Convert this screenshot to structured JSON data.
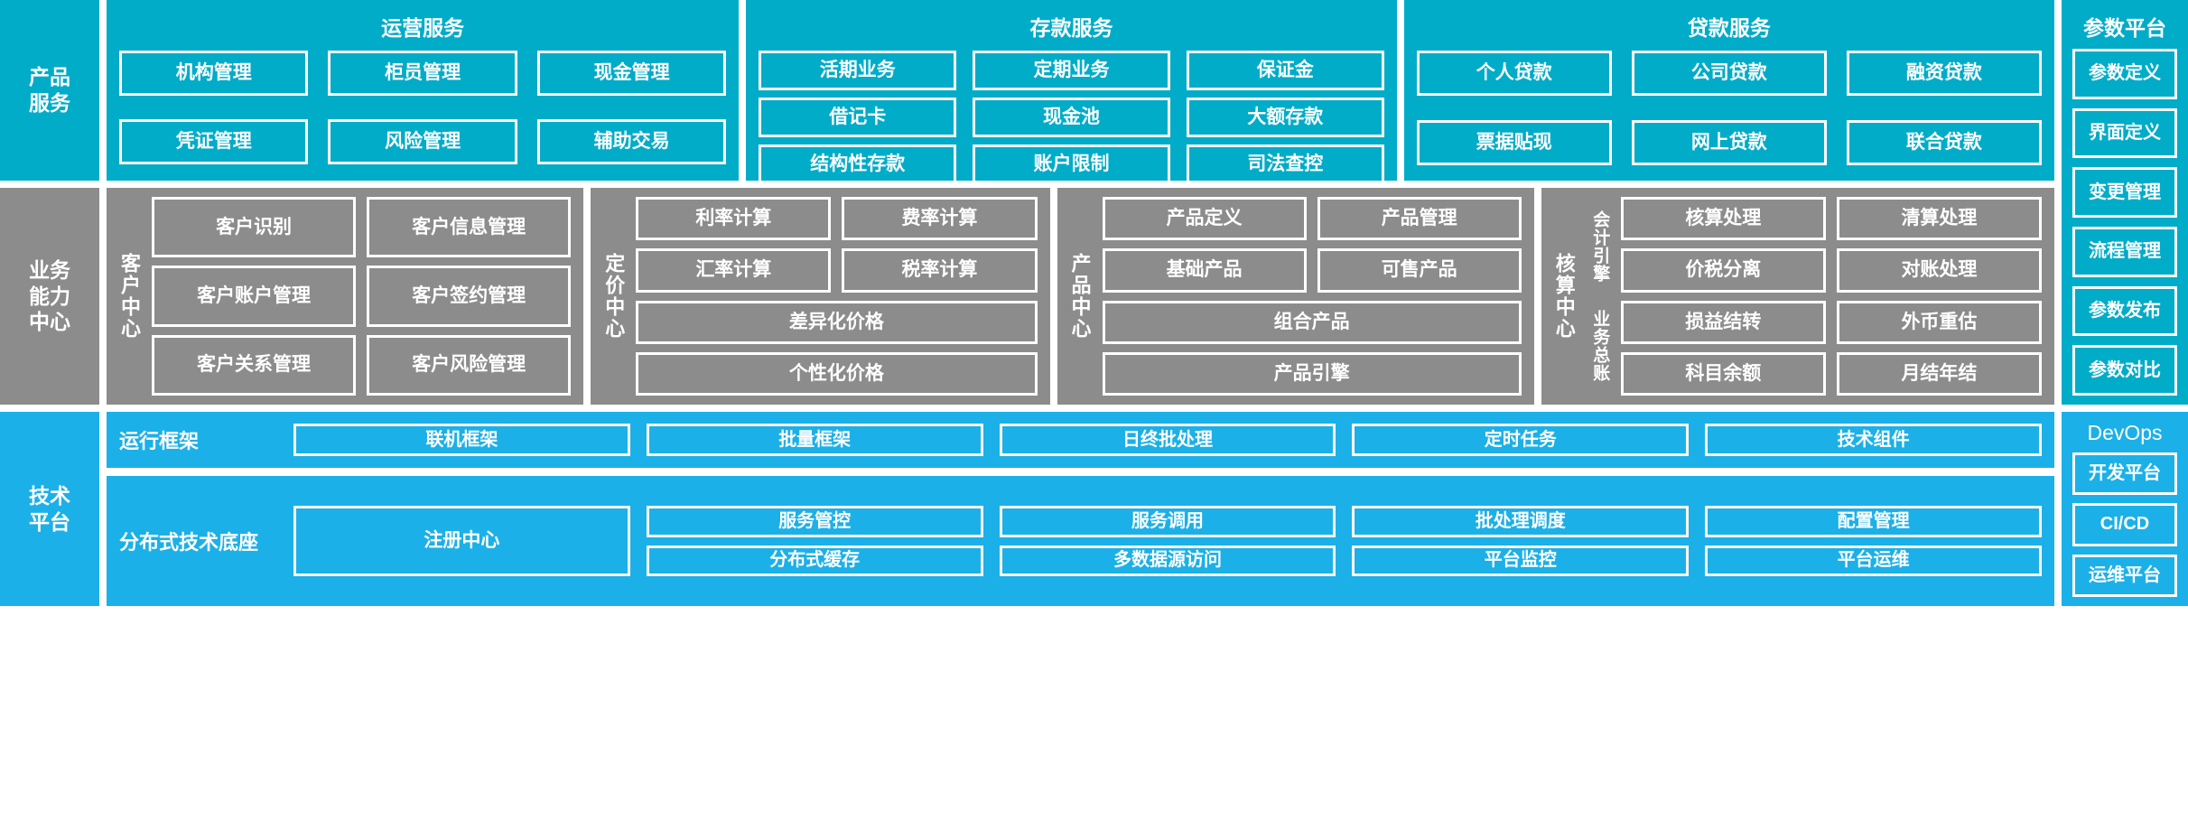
{
  "colors": {
    "cyan": "#00ACC8",
    "blue": "#1CB0E8",
    "gray": "#8C8C8C",
    "border": "#FFFFFF"
  },
  "row_product": {
    "side_label": "产品\n服务",
    "groups": [
      {
        "title": "运营服务",
        "items": [
          "机构管理",
          "柜员管理",
          "现金管理",
          "凭证管理",
          "风险管理",
          "辅助交易"
        ]
      },
      {
        "title": "存款服务",
        "items": [
          "活期业务",
          "定期业务",
          "保证金",
          "借记卡",
          "现金池",
          "大额存款",
          "结构性存款",
          "账户限制",
          "司法查控"
        ]
      },
      {
        "title": "贷款服务",
        "items": [
          "个人贷款",
          "公司贷款",
          "融资贷款",
          "票据贴现",
          "网上贷款",
          "联合贷款"
        ]
      }
    ],
    "param_platform": {
      "title": "参数平台",
      "items": [
        "参数定义",
        "界面定义",
        "变更管理",
        "流程管理",
        "参数发布",
        "参数对比"
      ]
    }
  },
  "row_business": {
    "side_label": "业务\n能力\n中心",
    "centers": [
      {
        "vlabel": "客户中心",
        "rows": [
          [
            "客户识别",
            "客户信息管理"
          ],
          [
            "客户账户管理",
            "客户签约管理"
          ],
          [
            "客户关系管理",
            "客户风险管理"
          ]
        ]
      },
      {
        "vlabel": "定价中心",
        "rows": [
          [
            "利率计算",
            "费率计算"
          ],
          [
            "汇率计算",
            "税率计算"
          ],
          [
            "差异化价格"
          ],
          [
            "个性化价格"
          ]
        ]
      },
      {
        "vlabel": "产品中心",
        "rows": [
          [
            "产品定义",
            "产品管理"
          ],
          [
            "基础产品",
            "可售产品"
          ],
          [
            "组合产品"
          ],
          [
            "产品引擎"
          ]
        ]
      },
      {
        "vlabel": "核算中心",
        "sub_labels": [
          "会计引擎",
          "业务总账"
        ],
        "rows": [
          [
            "核算处理",
            "清算处理"
          ],
          [
            "价税分离",
            "对账处理"
          ],
          [
            "损益结转",
            "外币重估"
          ],
          [
            "科目余额",
            "月结年结"
          ]
        ]
      }
    ]
  },
  "row_tech": {
    "side_label": "技术\n平台",
    "bands": [
      {
        "label": "运行框架",
        "items": [
          "联机框架",
          "批量框架",
          "日终批处理",
          "定时任务",
          "技术组件"
        ]
      },
      {
        "label": "分布式技术底座",
        "big_item": "注册中心",
        "columns": [
          [
            "服务管控",
            "分布式缓存"
          ],
          [
            "服务调用",
            "多数据源访问"
          ],
          [
            "批处理调度",
            "平台监控"
          ],
          [
            "配置管理",
            "平台运维"
          ]
        ]
      }
    ],
    "devops": {
      "title": "DevOps",
      "items": [
        "开发平台",
        "CI/CD",
        "运维平台"
      ]
    }
  }
}
